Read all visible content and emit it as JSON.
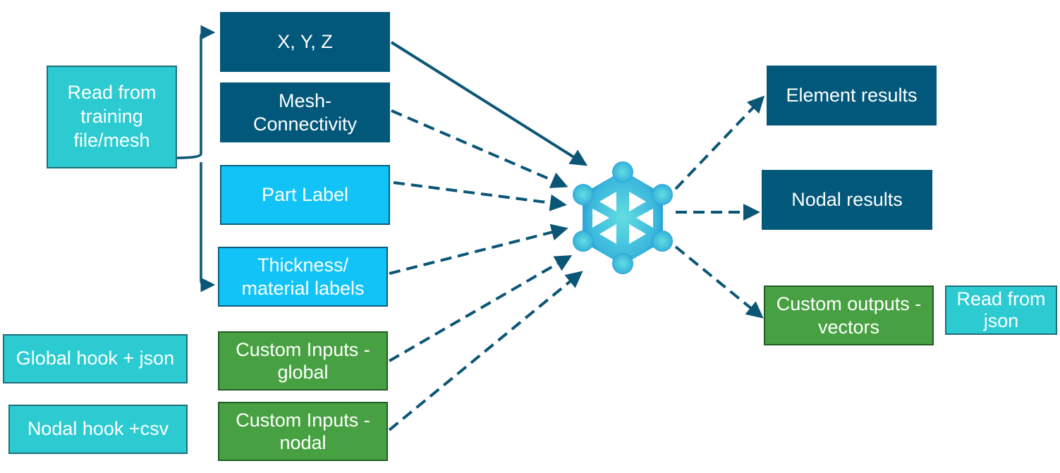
{
  "diagram": {
    "source": {
      "read_training": "Read from\ntraining\nfile/mesh"
    },
    "inputs": {
      "xyz": "X, Y, Z",
      "mesh_connectivity": "Mesh-\nConnectivity",
      "part_label": "Part Label",
      "thickness_material": "Thickness/\nmaterial labels",
      "custom_inputs_global": "Custom Inputs -\nglobal",
      "custom_inputs_nodal": "Custom Inputs -\nnodal"
    },
    "hooks": {
      "global_hook": "Global hook + json",
      "nodal_hook": "Nodal hook +csv"
    },
    "outputs": {
      "element_results": "Element results",
      "nodal_results": "Nodal results",
      "custom_outputs": "Custom outputs -\nvectors",
      "read_json": "Read from\njson"
    },
    "hub_icon": "neural-network-hexagon-icon",
    "colors": {
      "dark_teal": "#02587a",
      "cyan": "#2ccbd2",
      "sky_blue": "#12c3f7",
      "green": "#47a142",
      "arrow": "#0b5676"
    }
  }
}
